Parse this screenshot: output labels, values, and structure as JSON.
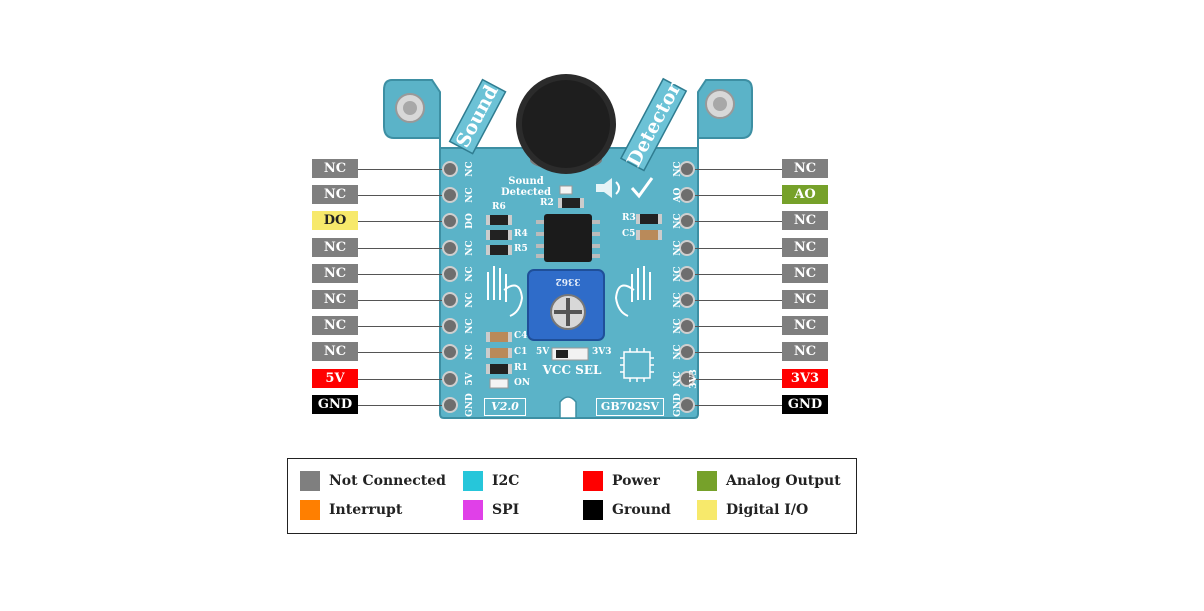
{
  "colors": {
    "not_connected": "#7f7f7f",
    "interrupt": "#ff7f00",
    "i2c": "#26c6da",
    "spi": "#e040e8",
    "power": "#ff0000",
    "ground": "#000000",
    "analog_output": "#76a12a",
    "digital_io": "#f7e96b",
    "board": "#5bb3c8"
  },
  "left_pins": [
    {
      "label": "NC",
      "type": "not_connected",
      "silk": "NC"
    },
    {
      "label": "NC",
      "type": "not_connected",
      "silk": "NC"
    },
    {
      "label": "DO",
      "type": "digital_io",
      "silk": "DO"
    },
    {
      "label": "NC",
      "type": "not_connected",
      "silk": "NC"
    },
    {
      "label": "NC",
      "type": "not_connected",
      "silk": "NC"
    },
    {
      "label": "NC",
      "type": "not_connected",
      "silk": "NC"
    },
    {
      "label": "NC",
      "type": "not_connected",
      "silk": "NC"
    },
    {
      "label": "NC",
      "type": "not_connected",
      "silk": "NC"
    },
    {
      "label": "5V",
      "type": "power",
      "silk": "5V"
    },
    {
      "label": "GND",
      "type": "ground",
      "silk": "GND"
    }
  ],
  "right_pins": [
    {
      "label": "NC",
      "type": "not_connected",
      "silk": "NC"
    },
    {
      "label": "AO",
      "type": "analog_output",
      "silk": "AO"
    },
    {
      "label": "NC",
      "type": "not_connected",
      "silk": "NC"
    },
    {
      "label": "NC",
      "type": "not_connected",
      "silk": "NC"
    },
    {
      "label": "NC",
      "type": "not_connected",
      "silk": "NC"
    },
    {
      "label": "NC",
      "type": "not_connected",
      "silk": "NC"
    },
    {
      "label": "NC",
      "type": "not_connected",
      "silk": "NC"
    },
    {
      "label": "NC",
      "type": "not_connected",
      "silk": "NC"
    },
    {
      "label": "3V3",
      "type": "power",
      "silk": "NC 3V3"
    },
    {
      "label": "GND",
      "type": "ground",
      "silk": "GND"
    }
  ],
  "board": {
    "title_left": "Sound",
    "title_right": "Detector",
    "led_label": "Sound Detected",
    "version": "V2.0",
    "part_number": "GB702SV",
    "vcc_sel": "VCC SEL",
    "vcc_5v": "5V",
    "vcc_3v3": "3V3",
    "pot_code": "3362",
    "on_label": "ON",
    "refs": {
      "r6": "R6",
      "r4": "R4",
      "r5": "R5",
      "r2": "R2",
      "r3": "R3",
      "c5": "C5",
      "c4": "C4",
      "c1": "C1",
      "r1": "R1"
    }
  },
  "legend": [
    {
      "label": "Not Connected",
      "type": "not_connected"
    },
    {
      "label": "I2C",
      "type": "i2c"
    },
    {
      "label": "Power",
      "type": "power"
    },
    {
      "label": "Analog Output",
      "type": "analog_output"
    },
    {
      "label": "Interrupt",
      "type": "interrupt"
    },
    {
      "label": "SPI",
      "type": "spi"
    },
    {
      "label": "Ground",
      "type": "ground"
    },
    {
      "label": "Digital I/O",
      "type": "digital_io"
    }
  ]
}
